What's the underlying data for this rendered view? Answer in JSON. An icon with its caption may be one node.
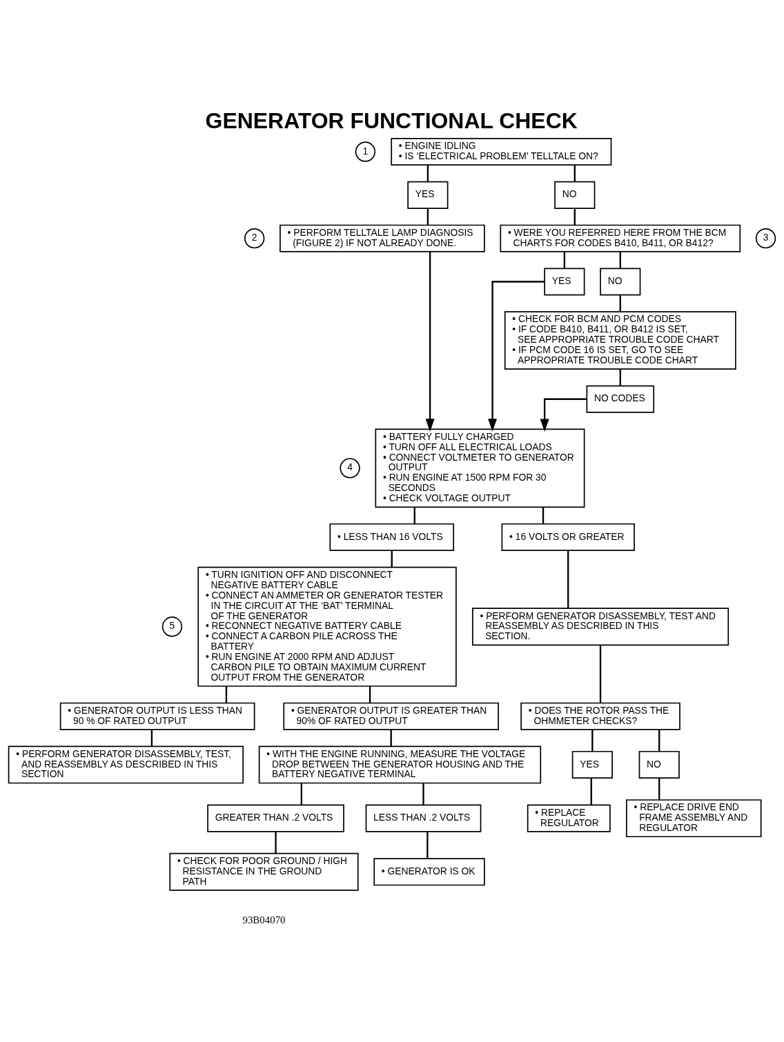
{
  "diagram": {
    "title": "GENERATOR FUNCTIONAL CHECK",
    "nodes": [
      {
        "text": [
          "• ENGINE IDLING",
          "• IS ‘ELECTRICAL PROBLEM’ TELLTALE ON?"
        ],
        "beside": [
          "1"
        ]
      },
      {
        "text": [
          "YES"
        ]
      },
      {
        "text": [
          "NO"
        ]
      },
      {
        "text": [
          "• PERFORM TELLTALE LAMP DIAGNOSIS (FIGURE 2) IF NOT ALREADY DONE."
        ],
        "beside": [
          "2"
        ]
      },
      {
        "text": [
          "• WERE YOU REFERRED HERE FROM THE BCM CHARTS FOR CODES B410, B411, OR B412?"
        ],
        "beside": [
          "3"
        ]
      },
      {
        "text": [
          "YES"
        ]
      },
      {
        "text": [
          "NO"
        ]
      },
      {
        "text": [
          "• CHECK FOR BCM AND PCM CODES",
          "• IF CODE B410, B411, OR B412 IS SET, SEE APPROPRIATE TROUBLE CODE CHART",
          "• IF PCM CODE 16 IS SET, GO TO SEE APPROPRIATE TROUBLE CODE CHART"
        ]
      },
      {
        "text": [
          "NO CODES"
        ]
      },
      {
        "text": [
          "• BATTERY FULLY CHARGED",
          "• TURN OFF ALL ELECTRICAL LOADS",
          "• CONNECT VOLTMETER TO GENERATOR OUTPUT",
          "• RUN ENGINE AT 1500 RPM FOR 30 SECONDS",
          "• CHECK VOLTAGE OUTPUT"
        ],
        "beside": [
          "4"
        ]
      },
      {
        "text": [
          "• LESS THAN 16 VOLTS"
        ]
      },
      {
        "text": [
          "• 16 VOLTS OR GREATER"
        ]
      },
      {
        "text": [
          "• TURN IGNITION OFF AND DISCONNECT NEGATIVE BATTERY CABLE",
          "• CONNECT AN AMMETER OR GENERATOR TESTER IN THE CIRCUIT AT THE ‘BAT’ TERMINAL OF THE GENERATOR",
          "• RECONNECT NEGATIVE BATTERY CABLE",
          "• CONNECT A CARBON PILE ACROSS THE BATTERY",
          "• RUN ENGINE AT 2000 RPM AND ADJUST CARBON PILE TO OBTAIN MAXIMUM CURRENT OUTPUT FROM THE GENERATOR"
        ],
        "beside": [
          "5"
        ]
      },
      {
        "text": [
          "• PERFORM GENERATOR DISASSEMBLY, TEST AND REASSEMBLY AS DESCRIBED IN THIS SECTION."
        ]
      },
      {
        "text": [
          "• DOES THE ROTOR PASS THE OHMMETER CHECKS?"
        ]
      },
      {
        "text": [
          "YES"
        ]
      },
      {
        "text": [
          "NO"
        ]
      },
      {
        "text": [
          "• REPLACE REGULATOR"
        ]
      },
      {
        "text": [
          "• REPLACE DRIVE END FRAME ASSEMBLY AND REGULATOR"
        ]
      },
      {
        "text": [
          "• GENERATOR OUTPUT IS LESS THAN 90 % OF RATED OUTPUT"
        ]
      },
      {
        "text": [
          "• GENERATOR OUTPUT IS GREATER THAN 90% OF RATED OUTPUT"
        ]
      },
      {
        "text": [
          "• PERFORM GENERATOR DISASSEMBLY, TEST, AND REASSEMBLY AS DESCRIBED IN THIS SECTION"
        ]
      },
      {
        "text": [
          "• WITH THE ENGINE RUNNING, MEASURE THE VOLTAGE DROP BETWEEN THE GENERATOR HOUSING AND THE BATTERY NEGATIVE TERMINAL"
        ]
      },
      {
        "text": [
          "GREATER THAN .2 VOLTS"
        ]
      },
      {
        "text": [
          "LESS THAN .2 VOLTS"
        ]
      },
      {
        "text": [
          "• CHECK FOR POOR GROUND / HIGH RESISTANCE IN THE GROUND PATH"
        ]
      },
      {
        "text": [
          "• GENERATOR IS OK"
        ]
      }
    ],
    "edges": [
      {
        "from": 0,
        "to": 1,
        "arrow": "none"
      },
      {
        "from": 0,
        "to": 2,
        "arrow": "none"
      },
      {
        "from": 1,
        "to": 3,
        "arrow": "none"
      },
      {
        "from": 2,
        "to": 4,
        "arrow": "none"
      },
      {
        "from": 3,
        "to": 9,
        "arrow": "to"
      },
      {
        "from": 4,
        "to": 5,
        "arrow": "none"
      },
      {
        "from": 4,
        "to": 6,
        "arrow": "none"
      },
      {
        "from": 5,
        "to": 9,
        "arrow": "to"
      },
      {
        "from": 6,
        "to": 7,
        "arrow": "none"
      },
      {
        "from": 7,
        "to": 8,
        "arrow": "none"
      },
      {
        "from": 8,
        "to": 9,
        "arrow": "to"
      },
      {
        "from": 9,
        "to": 10,
        "arrow": "none"
      },
      {
        "from": 9,
        "to": 11,
        "arrow": "none"
      },
      {
        "from": 10,
        "to": 12,
        "arrow": "none"
      },
      {
        "from": 11,
        "to": 13,
        "arrow": "none"
      },
      {
        "from": 13,
        "to": 14,
        "arrow": "none"
      },
      {
        "from": 14,
        "to": 15,
        "arrow": "none"
      },
      {
        "from": 14,
        "to": 16,
        "arrow": "none"
      },
      {
        "from": 15,
        "to": 17,
        "arrow": "none"
      },
      {
        "from": 16,
        "to": 18,
        "arrow": "none"
      },
      {
        "from": 12,
        "to": 19,
        "arrow": "none"
      },
      {
        "from": 12,
        "to": 20,
        "arrow": "none"
      },
      {
        "from": 19,
        "to": 21,
        "arrow": "none"
      },
      {
        "from": 20,
        "to": 22,
        "arrow": "none"
      },
      {
        "from": 22,
        "to": 23,
        "arrow": "none"
      },
      {
        "from": 22,
        "to": 24,
        "arrow": "none"
      },
      {
        "from": 23,
        "to": 25,
        "arrow": "none"
      },
      {
        "from": 24,
        "to": 26,
        "arrow": "none"
      }
    ],
    "labels": [
      "93B04070"
    ]
  }
}
